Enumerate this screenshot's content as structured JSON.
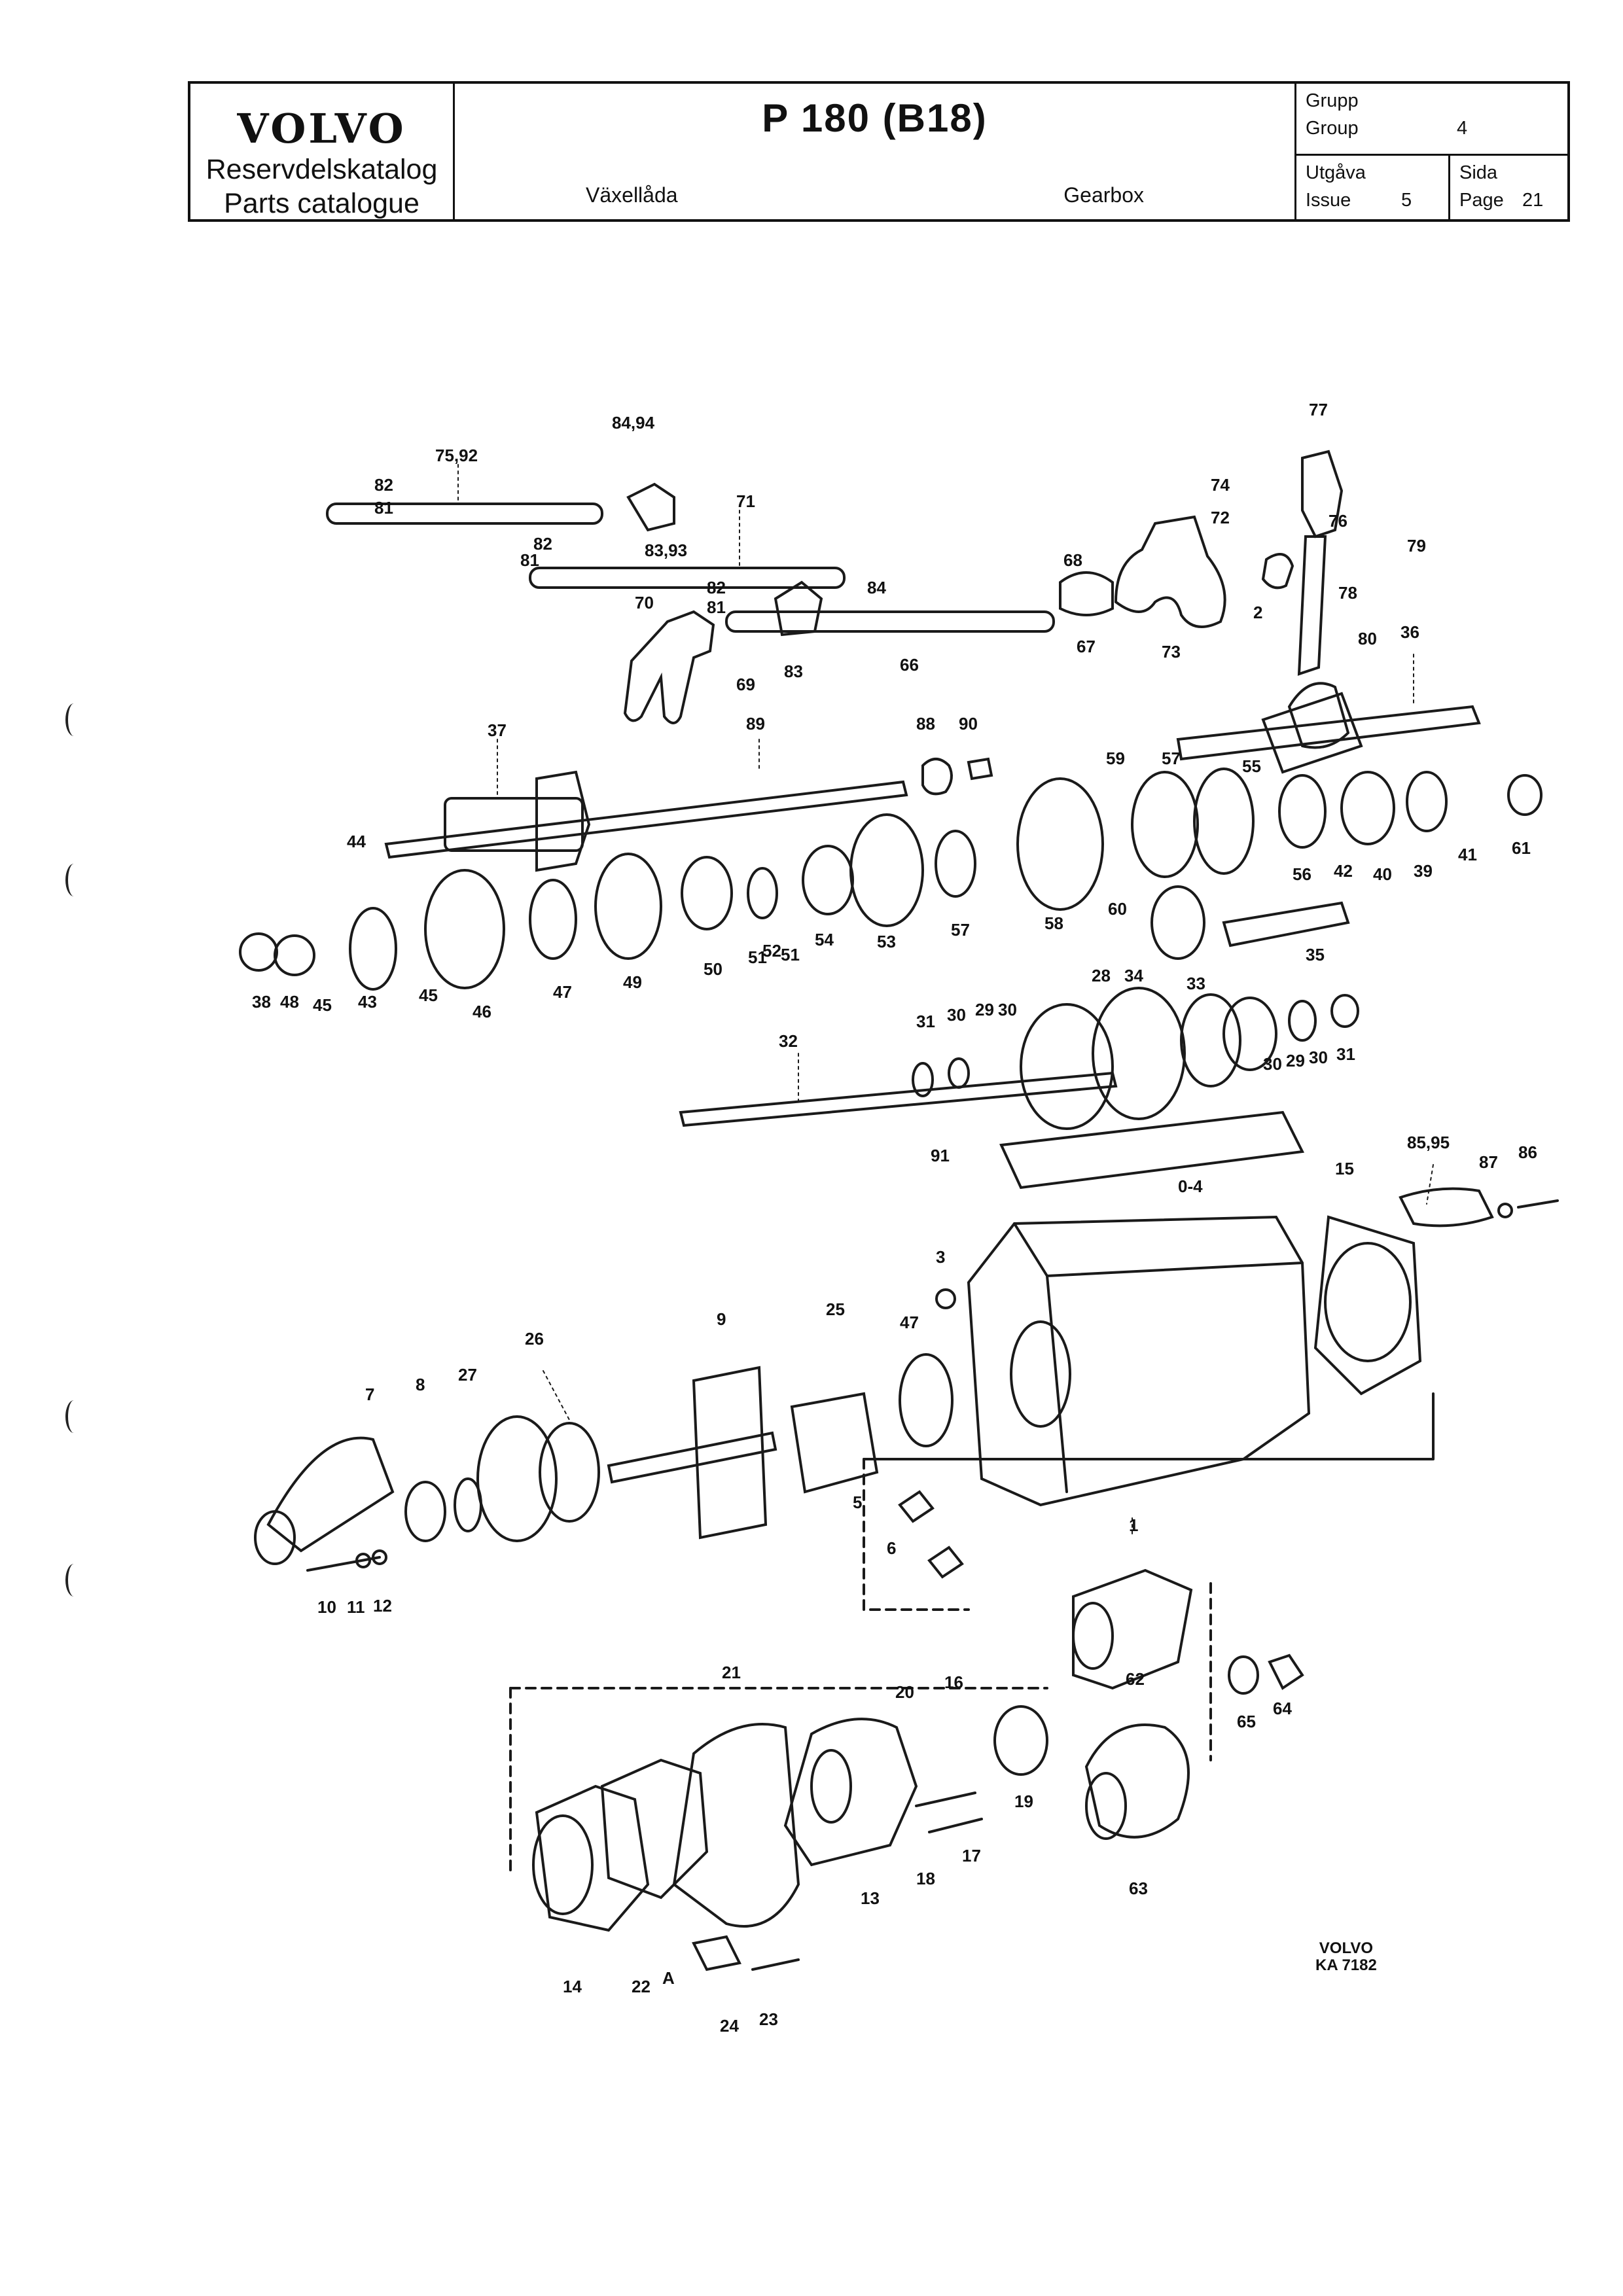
{
  "header": {
    "brand": "VOLVO",
    "catalog_sv": "Reservdelskatalog",
    "catalog_en": "Parts catalogue",
    "model": "P 180 (B18)",
    "section_sv": "Växellåda",
    "section_en": "Gearbox",
    "group_sv": "Grupp",
    "group_en": "Group",
    "group_value": "4",
    "issue_sv": "Utgåva",
    "issue_en": "Issue",
    "issue_value": "5",
    "page_sv": "Sida",
    "page_en": "Page",
    "page_value": "21"
  },
  "stamp": {
    "line1": "VOLVO",
    "line2": "KA 7182"
  },
  "callouts": [
    "84,94",
    "75,92",
    "82",
    "81",
    "83,93",
    "71",
    "82",
    "81",
    "82",
    "84",
    "81",
    "70",
    "83",
    "66",
    "69",
    "77",
    "74",
    "72",
    "76",
    "68",
    "79",
    "67",
    "73",
    "2",
    "78",
    "80",
    "36",
    "37",
    "89",
    "88",
    "90",
    "59",
    "57",
    "55",
    "44",
    "38",
    "48",
    "45",
    "43",
    "45",
    "46",
    "47",
    "49",
    "50",
    "51",
    "52",
    "51",
    "54",
    "53",
    "57",
    "58",
    "60",
    "28",
    "34",
    "33",
    "35",
    "56",
    "42",
    "40",
    "39",
    "41",
    "61",
    "32",
    "31",
    "30",
    "29",
    "30",
    "30",
    "29",
    "30",
    "31",
    "91",
    "85,95",
    "87",
    "86",
    "15",
    "0-4",
    "3",
    "9",
    "25",
    "47",
    "26",
    "27",
    "7",
    "8",
    "10",
    "11",
    "12",
    "5",
    "6",
    "1",
    "62",
    "65",
    "64",
    "21",
    "20",
    "16",
    "19",
    "17",
    "18",
    "13",
    "63",
    "14",
    "22",
    "A",
    "24",
    "23"
  ]
}
